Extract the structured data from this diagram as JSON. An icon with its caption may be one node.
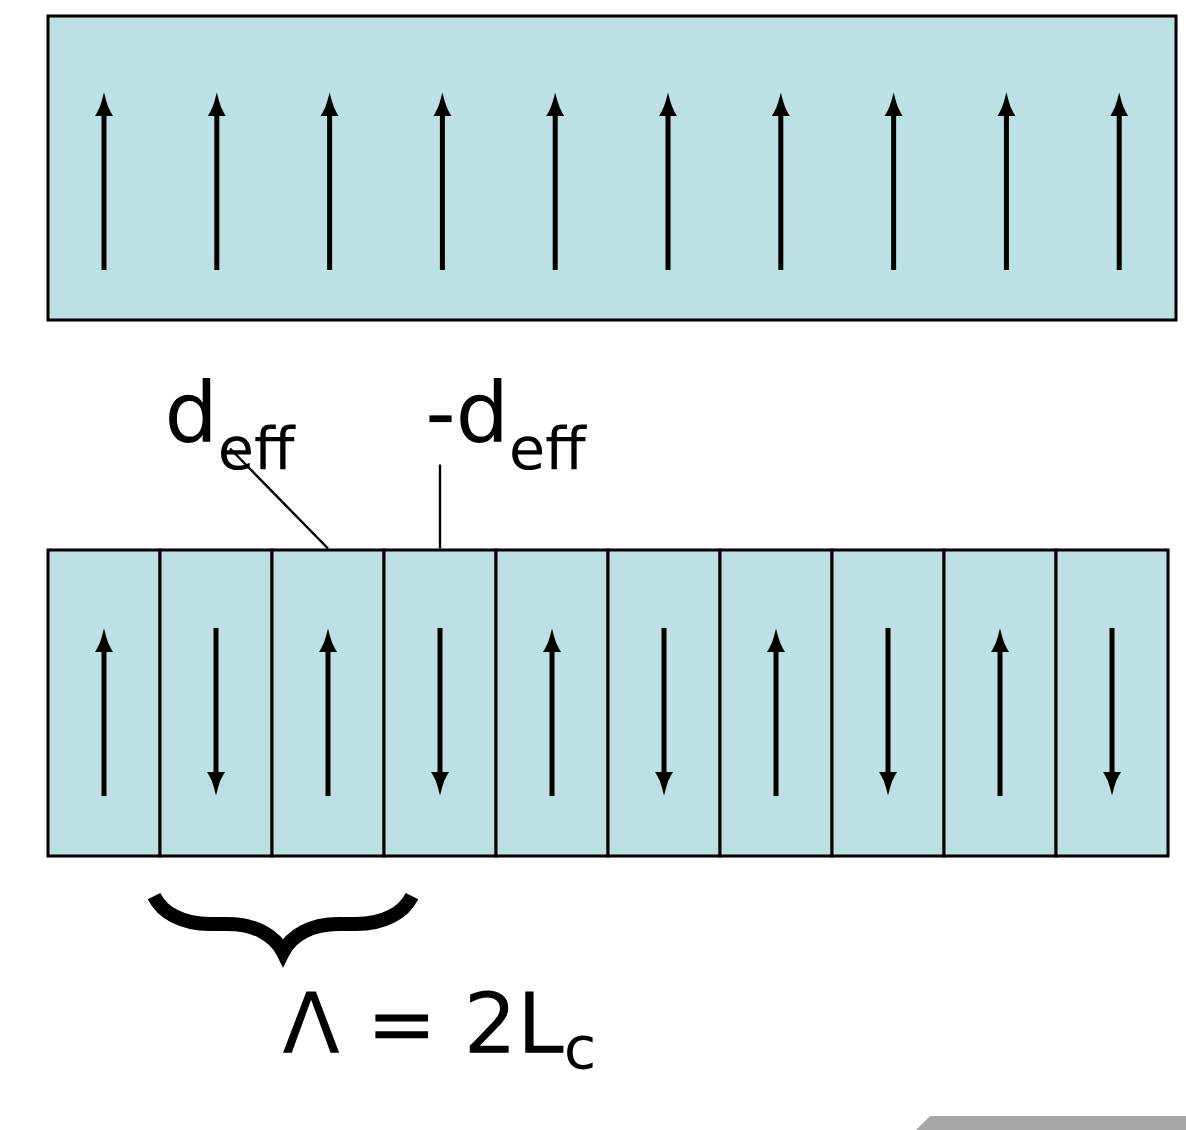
{
  "diagram": {
    "nodes": [
      {
        "text": [],
        "shape": "box"
      },
      {
        "text": [],
        "shape": "box"
      },
      {
        "text": [],
        "shape": "box"
      },
      {
        "text": [],
        "shape": "box"
      },
      {
        "text": [],
        "shape": "box"
      },
      {
        "text": [],
        "shape": "box"
      },
      {
        "text": [],
        "shape": "box"
      },
      {
        "text": [],
        "shape": "box"
      },
      {
        "text": [],
        "shape": "box"
      },
      {
        "text": [],
        "shape": "box"
      },
      {
        "text": [],
        "shape": "box"
      },
      {
        "text": [
          "d$_{eff}$"
        ]
      },
      {
        "text": [
          "-d$_{eff}$"
        ]
      }
    ],
    "edges": [
      {
        "from": 11,
        "to": 3,
        "arrow": "none"
      },
      {
        "from": 12,
        "to": 4,
        "arrow": "none"
      }
    ],
    "labels": [
      "Λ = 2L$_{c}$"
    ]
  }
}
